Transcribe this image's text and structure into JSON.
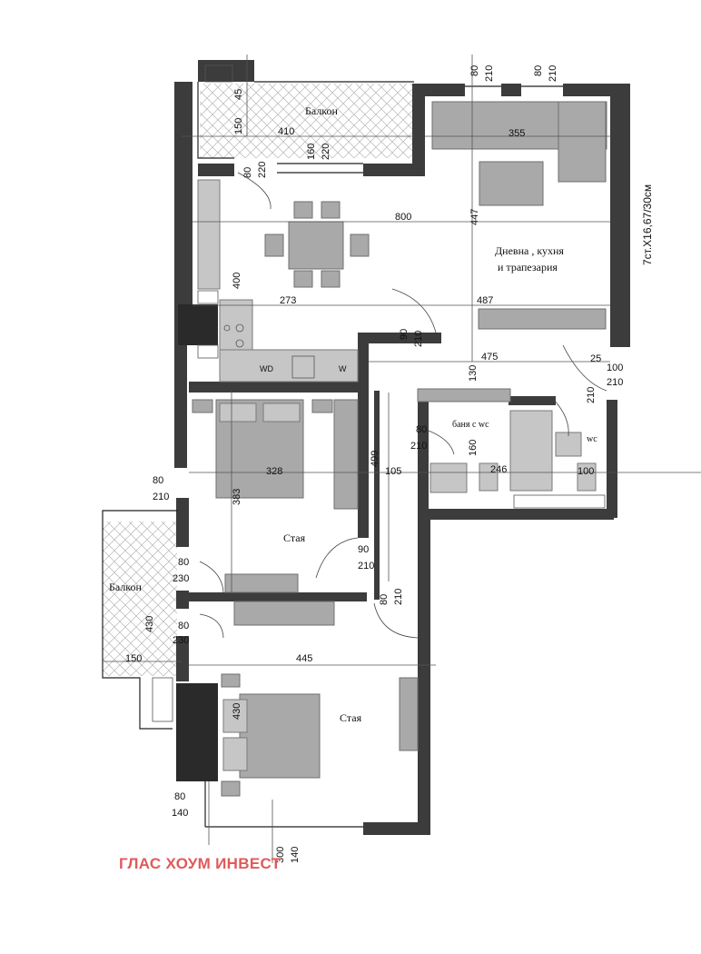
{
  "rooms": {
    "balcony_top": "Балкон",
    "living_line1": "Дневна   , кухня",
    "living_line2": "и трапезария",
    "room_middle": "Стая",
    "room_bottom": "Стая",
    "bathroom": "баня   с  wc",
    "wc": "wc",
    "balcony_left": "Балкон"
  },
  "appliances": {
    "washer_dryer": "WD",
    "washer": "W"
  },
  "scale": "7ст.X16,67/30см",
  "brand": "ГЛАС ХОУМ ИНВЕСТ",
  "dims": {
    "d45": "45",
    "d150a": "150",
    "d410": "410",
    "d160a": "160",
    "d220a": "220",
    "d80a": "80",
    "d220b": "220",
    "d80top1": "80",
    "d210top1": "210",
    "d80top2": "80",
    "d210top2": "210",
    "d355": "355",
    "d800": "800",
    "d447": "447",
    "d400": "400",
    "d273": "273",
    "d487": "487",
    "d90a": "90",
    "d210a": "210",
    "d475": "475",
    "d130": "130",
    "d25": "25",
    "d100a": "100",
    "d210b": "210",
    "d210c": "210",
    "d80b": "80",
    "d210d": "210",
    "d160b": "160",
    "d246": "246",
    "d100b": "100",
    "d499": "499",
    "d105": "105",
    "d328": "328",
    "d383": "383",
    "d80c": "80",
    "d210e": "210",
    "d90b": "90",
    "d210f": "210",
    "d80d": "80",
    "d210g": "210",
    "d80e": "80",
    "d230a": "230",
    "d80f": "80",
    "d230b": "230",
    "d430a": "430",
    "d150b": "150",
    "d445": "445",
    "d430b": "430",
    "d80g": "80",
    "d140a": "140",
    "d300": "300",
    "d140b": "140"
  }
}
